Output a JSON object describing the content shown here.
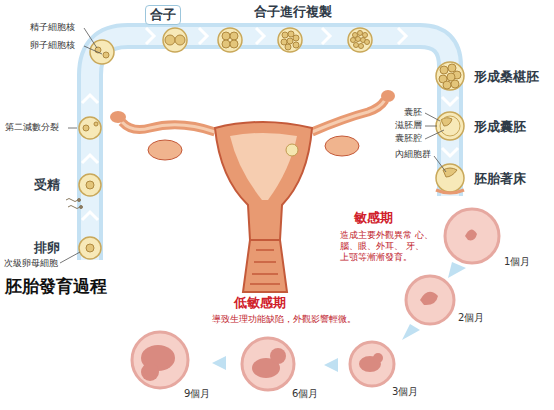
{
  "diagram": {
    "title": "胚胎發育過程",
    "labels": [
      "合子",
      "合子進行複製",
      "精子細胞核",
      "卵子細胞核",
      "形成桑椹胚",
      "第二減數分裂",
      "囊胚",
      "滋胚層",
      "囊胚腔",
      "形成囊胚",
      "內細胞群",
      "受精",
      "胚胎著床",
      "敏感期",
      "造成主要外觀異常 心、腦、眼、外耳、 牙、上顎等漸漸發育。",
      "排卵",
      "次級卵母細胞",
      "1個月",
      "低敏感期",
      "導致生理功能缺陷，外觀影響輕微。",
      "2個月",
      "9個月",
      "6個月",
      "3個月"
    ]
  }
}
